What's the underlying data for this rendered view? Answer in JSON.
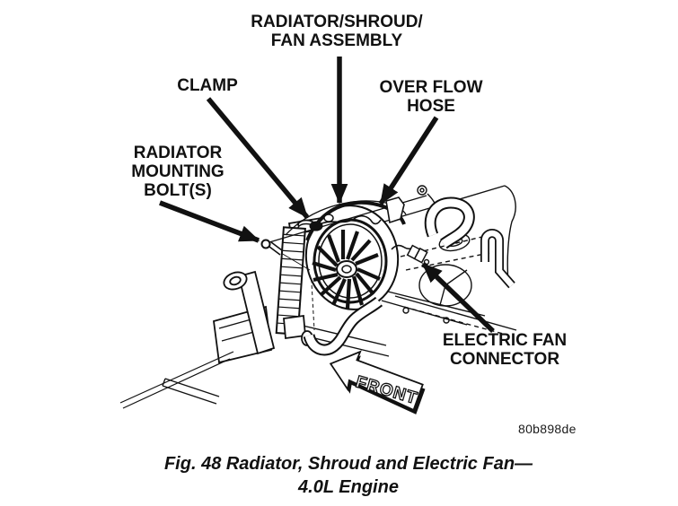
{
  "page": {
    "background": "#ffffff",
    "ink": "#111111"
  },
  "callouts": {
    "fan_assembly": {
      "line1": "RADIATOR/SHROUD/",
      "line2": "FAN ASSEMBLY"
    },
    "clamp": {
      "line1": "CLAMP"
    },
    "overflow_hose": {
      "line1": "OVER FLOW",
      "line2": "HOSE"
    },
    "mounting_bolt": {
      "line1": "RADIATOR",
      "line2": "MOUNTING",
      "line3": "BOLT(S)"
    },
    "fan_connector": {
      "line1": "ELECTRIC FAN",
      "line2": "CONNECTOR"
    }
  },
  "drawing": {
    "front_marker": "FRONT"
  },
  "figure": {
    "code": "80b898de",
    "caption_line1": "Fig. 48 Radiator, Shroud and Electric Fan—",
    "caption_line2": "4.0L Engine"
  }
}
